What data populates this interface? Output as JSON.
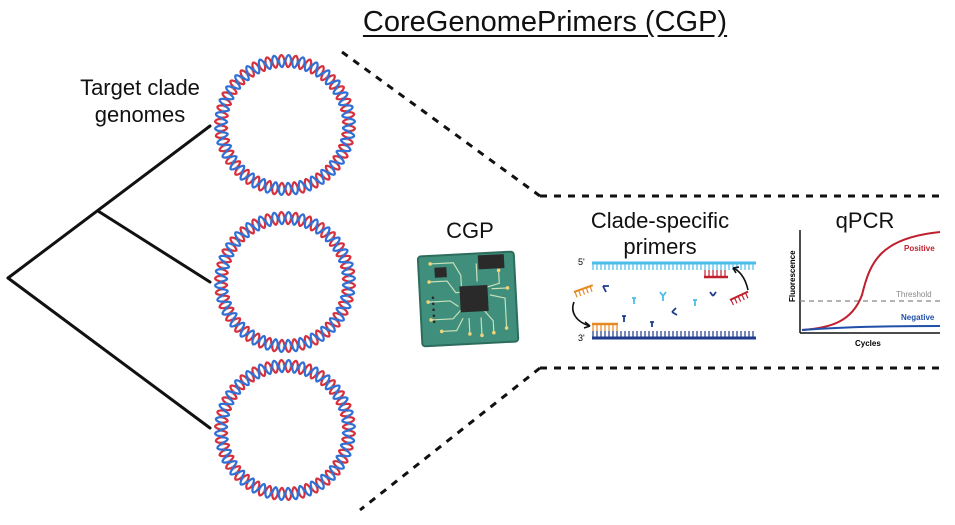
{
  "title": "CoreGenomePrimers (CGP)",
  "clade_label": "Target clade\ngenomes",
  "cgp_label": "CGP",
  "primers_label": "Clade-specific\nprimers",
  "strand_labels": {
    "five_prime": "5'",
    "three_prime": "3'"
  },
  "qpcr": {
    "title": "qPCR",
    "y_axis": "Fluorescence",
    "x_axis": "Cycles",
    "positive": "Positive",
    "threshold": "Threshold",
    "negative": "Negative"
  },
  "colors": {
    "dna_red": "#d6303c",
    "dna_blue": "#2f6fd6",
    "chip_green": "#3f8f7c",
    "primer_top": "#4bbde8",
    "primer_bottom": "#1f3b8c",
    "primer_orange": "#e58a23",
    "primer_red": "#c0202e",
    "positive_curve": "#c0202e",
    "negative_curve": "#1f4fa8",
    "threshold_line": "#888888"
  }
}
